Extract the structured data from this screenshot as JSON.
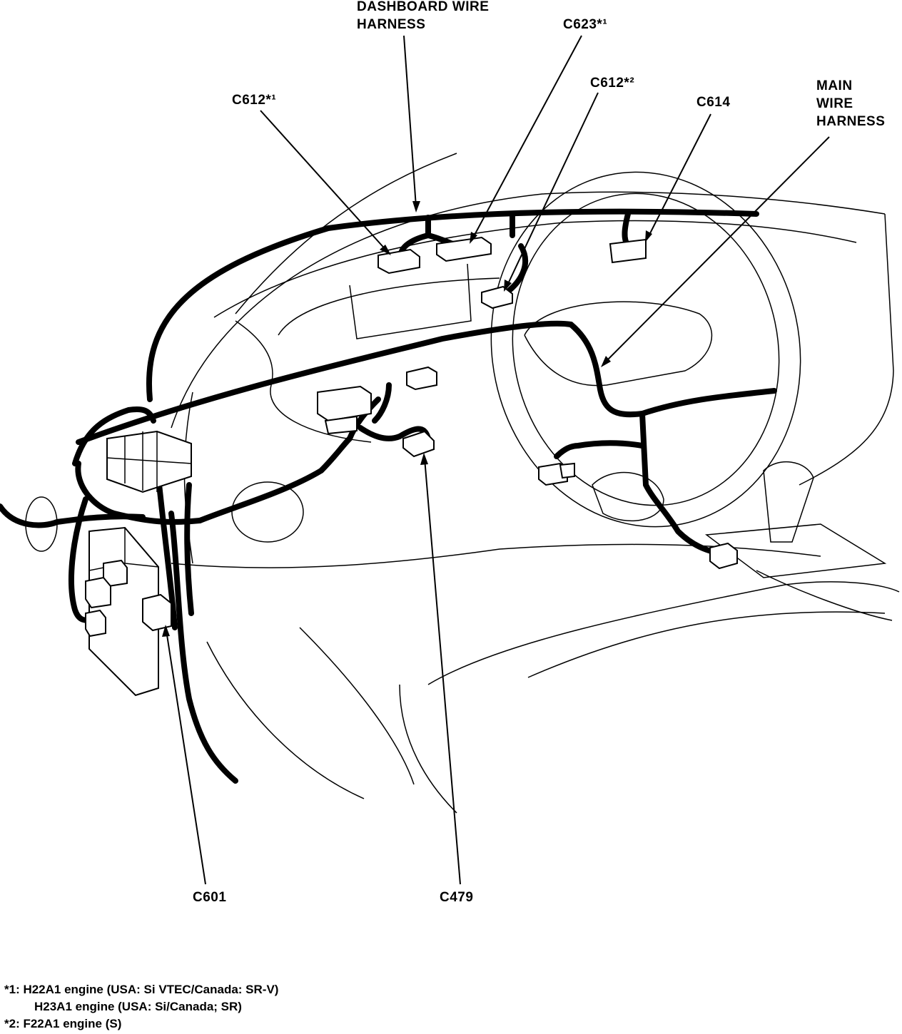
{
  "labels": {
    "dashboard_harness": [
      "DASHBOARD WIRE",
      "HARNESS"
    ],
    "c623": "C623*¹",
    "c612_1": "C612*¹",
    "c612_2": "C612*²",
    "c614": "C614",
    "main_harness": [
      "MAIN",
      "WIRE",
      "HARNESS"
    ],
    "c601": "C601",
    "c479": "C479"
  },
  "footnotes": {
    "note1_line1": "*1: H22A1 engine (USA: Si VTEC/Canada: SR-V)",
    "note1_line2": "H23A1 engine (USA: Si/Canada; SR)",
    "note2": "*2: F22A1 engine (S)"
  },
  "colors": {
    "line": "#000000",
    "background": "#ffffff"
  }
}
